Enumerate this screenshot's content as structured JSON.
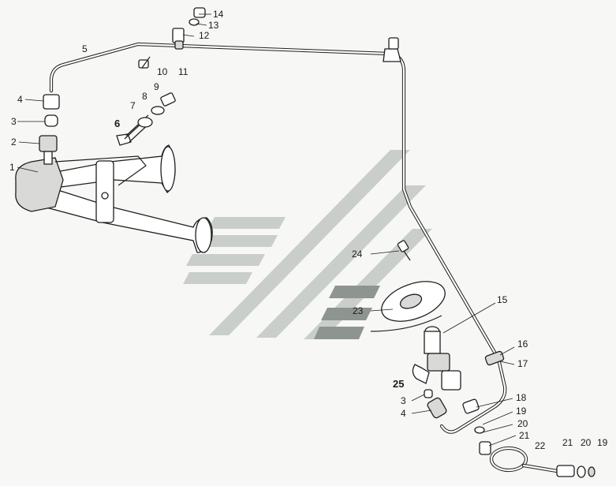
{
  "watermark": {
    "colors": {
      "light": "#c9ceca",
      "dark": "#8e9591"
    }
  },
  "callouts": [
    {
      "id": "c1",
      "text": "1"
    },
    {
      "id": "c2",
      "text": "2"
    },
    {
      "id": "c3",
      "text": "3"
    },
    {
      "id": "c4",
      "text": "4"
    },
    {
      "id": "c5",
      "text": "5"
    },
    {
      "id": "c6",
      "text": "6"
    },
    {
      "id": "c7",
      "text": "7"
    },
    {
      "id": "c8",
      "text": "8"
    },
    {
      "id": "c9",
      "text": "9"
    },
    {
      "id": "c10",
      "text": "10"
    },
    {
      "id": "c11",
      "text": "11"
    },
    {
      "id": "c12",
      "text": "12"
    },
    {
      "id": "c13",
      "text": "13"
    },
    {
      "id": "c14",
      "text": "14"
    },
    {
      "id": "c15",
      "text": "15"
    },
    {
      "id": "c16",
      "text": "16"
    },
    {
      "id": "c17",
      "text": "17"
    },
    {
      "id": "c18",
      "text": "18"
    },
    {
      "id": "c19a",
      "text": "19"
    },
    {
      "id": "c20a",
      "text": "20"
    },
    {
      "id": "c21a",
      "text": "21"
    },
    {
      "id": "c22",
      "text": "22"
    },
    {
      "id": "c21b",
      "text": "21"
    },
    {
      "id": "c20b",
      "text": "20"
    },
    {
      "id": "c19b",
      "text": "19"
    },
    {
      "id": "c23",
      "text": "23"
    },
    {
      "id": "c24",
      "text": "24"
    },
    {
      "id": "c25",
      "text": "25"
    },
    {
      "id": "c3b",
      "text": "3"
    },
    {
      "id": "c4b",
      "text": "4"
    }
  ]
}
